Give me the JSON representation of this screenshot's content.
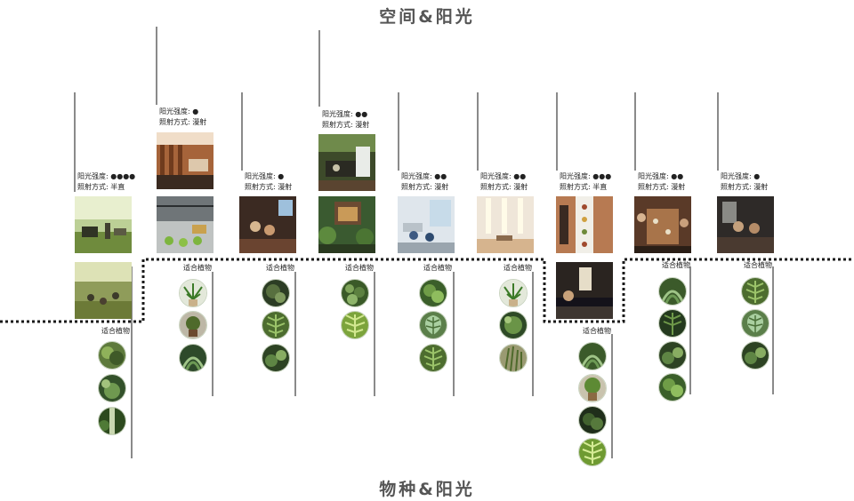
{
  "title_top": "空间&阳光",
  "title_bottom": "物种&阳光",
  "suitable_label": "适合植物",
  "colors": {
    "dotted_line": "#1a1a1a",
    "stem": "#8a8a8a"
  },
  "columns": [
    {
      "id": "c1",
      "sun_label": "阳光强度: ●●●●",
      "light_label": "照射方式: 半直",
      "photos": [
        "outdoor-lawn-seating",
        "yoga-under-canopy"
      ],
      "plants": [
        "shrub-leaves",
        "fern-moss",
        "forest-path"
      ]
    },
    {
      "id": "c2",
      "sun_label": "阳光强度: ●",
      "light_label": "照射方式: 漫射",
      "photos": [
        "cafe-interior-wood",
        "glass-lounge-green-stools"
      ],
      "plants": [
        "spider-plant",
        "potted-succulent",
        "fern-leaves"
      ]
    },
    {
      "id": "c3",
      "sun_label": "阳光强度: ●",
      "light_label": "照射方式: 漫射",
      "photos": [
        "dim-lounge-people"
      ],
      "plants": [
        "dark-foliage",
        "fern-fronds",
        "moss-fern"
      ]
    },
    {
      "id": "c4",
      "sun_label": "阳光强度: ●●",
      "light_label": "照射方式: 漫射",
      "photos": [
        "tea-ceremony",
        "garden-pavilion"
      ],
      "plants": [
        "ground-cover",
        "bright-fern"
      ]
    },
    {
      "id": "c5",
      "sun_label": "阳光强度: ●●",
      "light_label": "照射方式: 漫射",
      "photos": [
        "bright-office-seating"
      ],
      "plants": [
        "round-leaf",
        "monstera",
        "fern-fronds"
      ]
    },
    {
      "id": "c6",
      "sun_label": "阳光强度: ●●",
      "light_label": "照射方式: 漫射",
      "photos": [
        "white-gallery-lights"
      ],
      "plants": [
        "spider-plant",
        "fern-bush",
        "tall-grass"
      ]
    },
    {
      "id": "c7",
      "sun_label": "阳光强度: ●●●",
      "light_label": "照射方式: 半直",
      "photos": [
        "long-table-top-view",
        "calligraphy-desk"
      ],
      "plants": [
        "fern-leaves",
        "potted-plant",
        "dark-leaves",
        "bright-fern"
      ]
    },
    {
      "id": "c8",
      "sun_label": "阳光强度: ●●",
      "light_label": "照射方式: 漫射",
      "photos": [
        "dining-table-crowd"
      ],
      "plants": [
        "fern-leaves",
        "dark-fern",
        "moss-fern",
        "round-leaf"
      ]
    },
    {
      "id": "c9",
      "sun_label": "阳光强度: ●",
      "light_label": "照射方式: 漫射",
      "photos": [
        "dark-bar-people"
      ],
      "plants": [
        "fern-fronds",
        "monstera",
        "moss-fern"
      ]
    }
  ]
}
